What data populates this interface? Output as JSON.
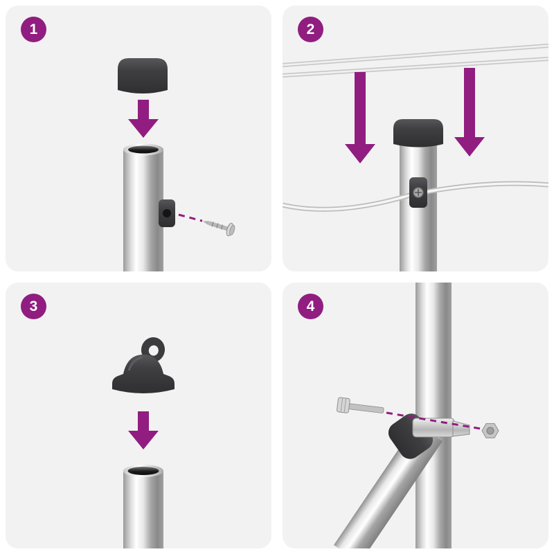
{
  "page": {
    "title": "pole-assembly-instructions"
  },
  "colors": {
    "accent": "#911d80",
    "panel_background": "#f2f2f2",
    "page_background": "#ffffff",
    "cap_dark": "#3a3a3c",
    "chrome_light": "#ffffff",
    "chrome_dark": "#8a8a8a",
    "cord": "#d8d8d8",
    "metal": "#c6c6c6"
  },
  "steps": [
    {
      "number": "1",
      "illustration": "end-cap-above-open-pole-with-down-arrow-clip-and-screw"
    },
    {
      "number": "2",
      "illustration": "lines-lowered-onto-capped-pole-with-cord-in-clip"
    },
    {
      "number": "3",
      "illustration": "eyelet-cap-above-open-tube-with-down-arrow"
    },
    {
      "number": "4",
      "illustration": "diagonal-brace-bolted-to-vertical-pole-with-clamp-bolt-and-nut"
    }
  ]
}
